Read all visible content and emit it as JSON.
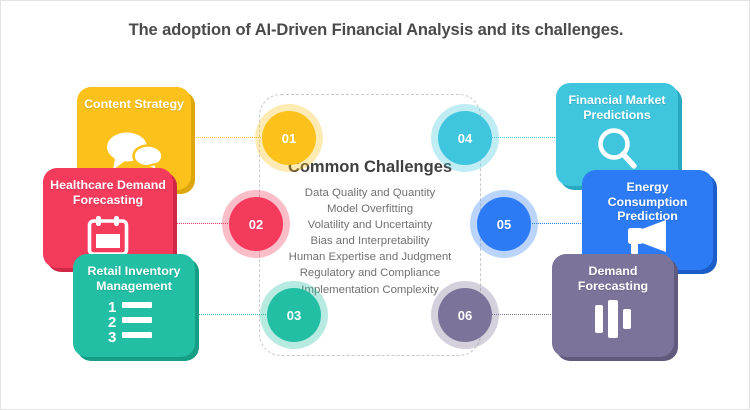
{
  "page": {
    "title": "The adoption of AI-Driven Financial Analysis and its challenges."
  },
  "center": {
    "heading": "Common Challenges",
    "items": [
      "Data Quality and Quantity",
      "Model Overfitting",
      "Volatility and Uncertainty",
      "Bias and Interpretability",
      "Human Expertise and Judgment",
      "Regulatory and Compliance",
      "Implementation Complexity"
    ]
  },
  "circles": [
    {
      "number": "01",
      "color": "#fcc21b"
    },
    {
      "number": "02",
      "color": "#f43b5c"
    },
    {
      "number": "03",
      "color": "#23bfa5"
    },
    {
      "number": "04",
      "color": "#3fc6de"
    },
    {
      "number": "05",
      "color": "#2d7bf4"
    },
    {
      "number": "06",
      "color": "#7b7399"
    }
  ],
  "cards": {
    "content_strategy": {
      "label": "Content Strategy",
      "color": "#fcc21b",
      "shadow": "#dda70b",
      "icon": "speech-bubbles-icon",
      "number": "01"
    },
    "healthcare_demand": {
      "label": "Healthcare Demand Forecasting",
      "color": "#f43b5c",
      "shadow": "#cf2745",
      "icon": "calendar-icon",
      "number": "02"
    },
    "retail_inventory": {
      "label": "Retail Inventory Management",
      "color": "#23bfa5",
      "shadow": "#169e87",
      "icon": "numbered-list-icon",
      "number": "03"
    },
    "financial_market": {
      "label": "Financial Market Predictions",
      "color": "#3fc6de",
      "shadow": "#26a9c1",
      "icon": "magnifier-icon",
      "number": "04"
    },
    "energy_consumption": {
      "label": "Energy Consumption Prediction",
      "color": "#2d7bf4",
      "shadow": "#1b5ec9",
      "icon": "megaphone-icon",
      "number": "05"
    },
    "demand_forecasting": {
      "label": "Demand Forecasting",
      "color": "#7b7399",
      "shadow": "#615a7d",
      "icon": "bar-chart-icon",
      "number": "06"
    }
  }
}
